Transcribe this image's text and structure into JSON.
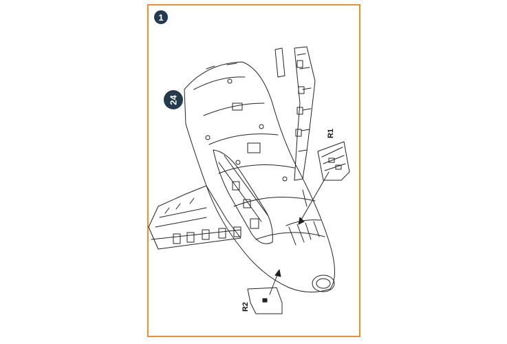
{
  "step": {
    "number": "1"
  },
  "substep": {
    "number": "24"
  },
  "parts": [
    {
      "id": "R1",
      "label": "R1"
    },
    {
      "id": "R2",
      "label": "R2"
    }
  ],
  "colors": {
    "frame": "#e8902a",
    "badge": "#243a4e",
    "line": "#222222"
  }
}
